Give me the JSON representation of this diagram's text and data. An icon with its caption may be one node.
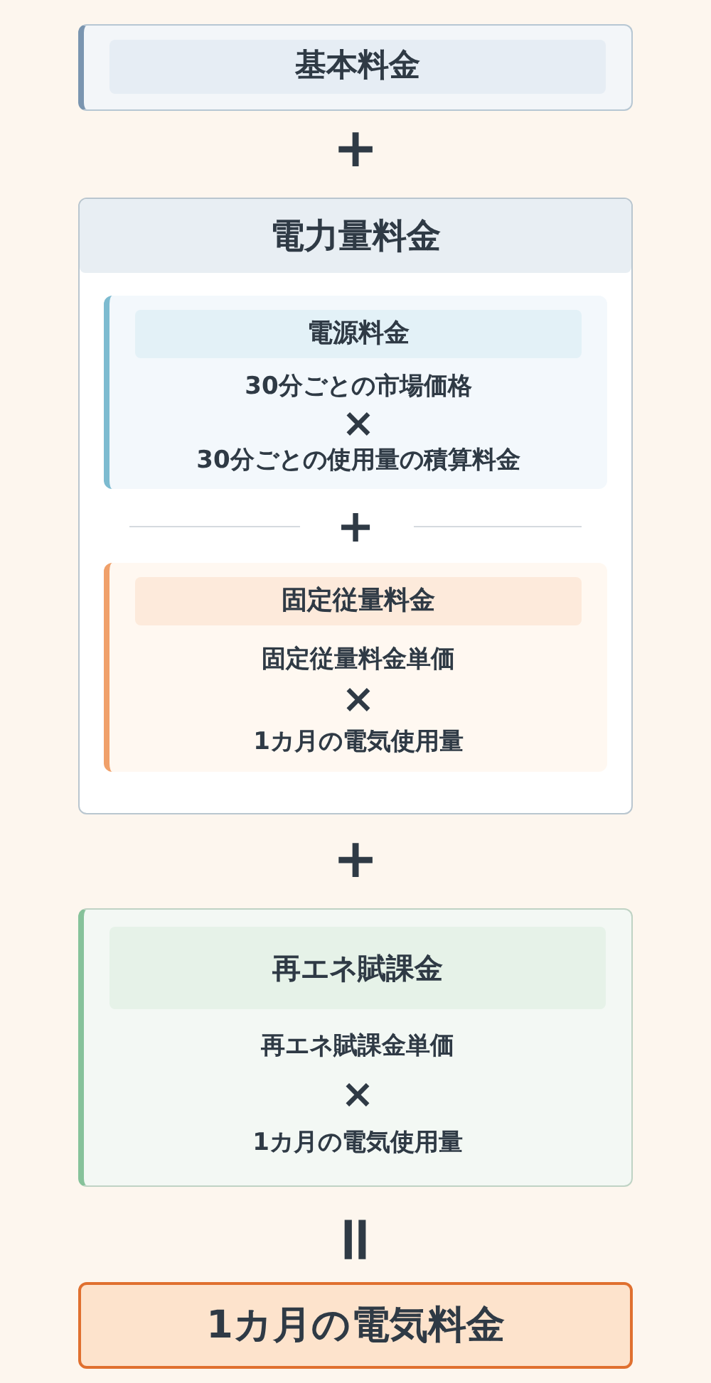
{
  "diagram": {
    "nodes": [
      {
        "text": [
          "基本料金"
        ]
      },
      {
        "text": [
          "電力量料金"
        ]
      },
      {
        "text": [
          "電源料金",
          "30分ごとの市場価格",
          "×",
          "30分ごとの使用量の積算料金"
        ],
        "in": 1
      },
      {
        "text": [
          "固定従量料金",
          "固定従量料金単価",
          "×",
          "1カ月の電気使用量"
        ],
        "in": 1
      },
      {
        "text": [
          "再エネ賦課金",
          "再エネ賦課金単価",
          "×",
          "1カ月の電気使用量"
        ]
      },
      {
        "text": [
          "1カ月の電気料金"
        ]
      }
    ],
    "edges": [],
    "labels": [
      "+",
      "+",
      "+",
      "="
    ]
  }
}
